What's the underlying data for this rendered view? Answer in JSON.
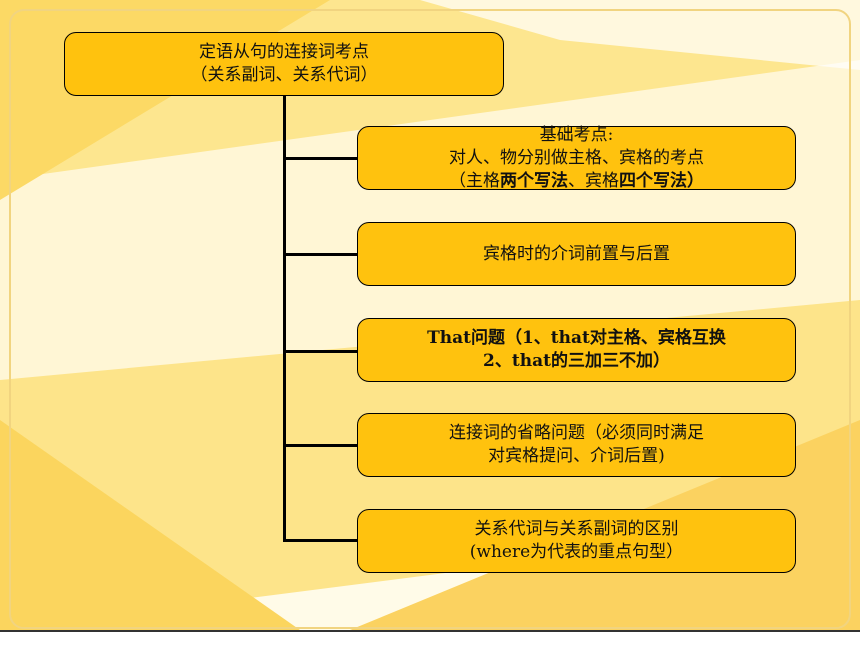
{
  "root": {
    "line1": "定语从句的连接词考点",
    "line2": "（关系副词、关系代词）"
  },
  "children": [
    {
      "line1": "基础考点:",
      "line2": "对人、物分别做主格、宾格的考点",
      "line3_a": "（主格",
      "line3_b": "两个写法",
      "line3_c": "、宾格",
      "line3_d": "四个写法）"
    },
    {
      "line1": "宾格时的介词前置与后置"
    },
    {
      "line1": "That问题（1、that对主格、宾格互换",
      "line2": "2、that的三加三不加）"
    },
    {
      "line1": "连接词的省略问题（必须同时满足",
      "line2": "对宾格提问、介词后置)"
    },
    {
      "line1": "关系代词与关系副词的区别",
      "line2": "(where为代表的重点句型）"
    }
  ],
  "colors": {
    "node_fill": "#ffc20e",
    "background_yellow": "#fde27a",
    "background_light": "#fff3c4"
  }
}
